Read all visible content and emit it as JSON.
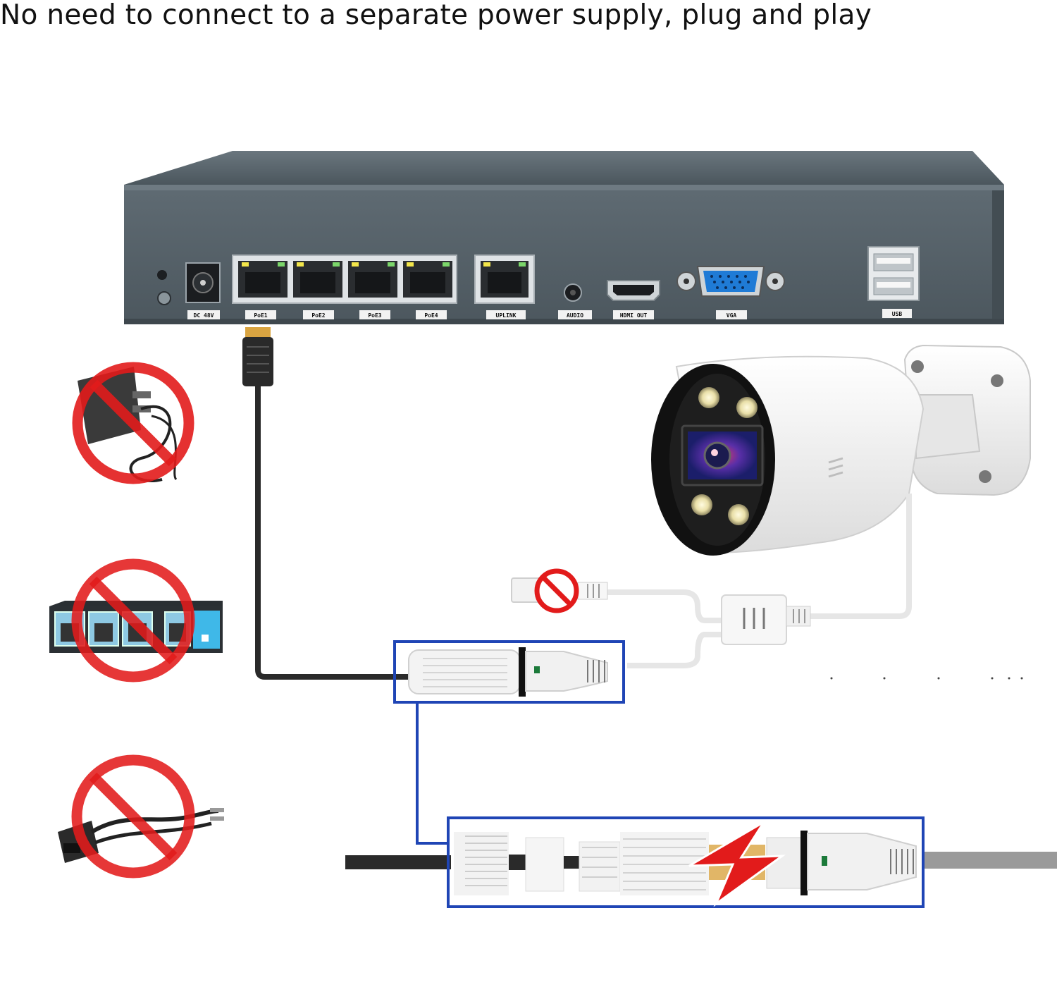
{
  "headline": "No need to connect to a separate power supply, plug and play",
  "nvr": {
    "ports": [
      {
        "label": "DC 48V"
      },
      {
        "label": "PoE1"
      },
      {
        "label": "PoE2"
      },
      {
        "label": "PoE3"
      },
      {
        "label": "PoE4"
      },
      {
        "label": "UPLINK"
      },
      {
        "label": "AUDIO"
      },
      {
        "label": "HDMI OUT"
      },
      {
        "label": "VGA"
      },
      {
        "label": "USB"
      }
    ]
  },
  "prohibited": [
    "power-adapter-icon",
    "poe-switch-icon",
    "poe-injector-icon"
  ],
  "colors": {
    "nvr_body": "#56626a",
    "highlight_box": "#1f45b5",
    "prohibit_red": "#e21b1b",
    "cable_black": "#2a2a2a"
  }
}
